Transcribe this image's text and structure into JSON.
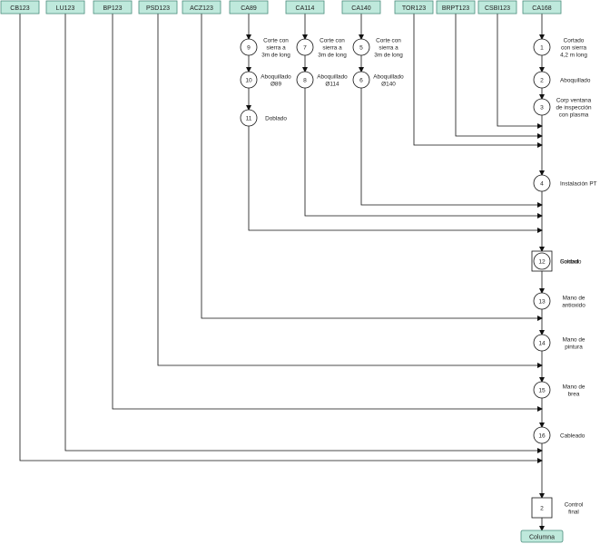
{
  "colors": {
    "box_fill": "#bfe9dc",
    "box_stroke": "#4a8c7c",
    "line": "#111111"
  },
  "materials": [
    {
      "id": "CB123",
      "label": "CB123"
    },
    {
      "id": "LU123",
      "label": "LU123"
    },
    {
      "id": "BP123",
      "label": "BP123"
    },
    {
      "id": "PSD123",
      "label": "PSD123"
    },
    {
      "id": "ACZ123",
      "label": "ACZ123"
    },
    {
      "id": "CA89",
      "label": "CA89"
    },
    {
      "id": "CA114",
      "label": "CA114"
    },
    {
      "id": "CA140",
      "label": "CA140"
    },
    {
      "id": "TOR123",
      "label": "TOR123"
    },
    {
      "id": "BRPT123",
      "label": "BRPT123"
    },
    {
      "id": "CSBI123",
      "label": "CSBI123"
    },
    {
      "id": "CA168",
      "label": "CA168"
    }
  ],
  "branch_operations": {
    "CA89": [
      {
        "num": "9",
        "desc": [
          "Corte con",
          "sierra  a",
          "3m de long"
        ]
      },
      {
        "num": "10",
        "desc": [
          "Aboquillado",
          "Ø89"
        ]
      },
      {
        "num": "11",
        "desc": [
          "Doblado"
        ]
      }
    ],
    "CA114": [
      {
        "num": "7",
        "desc": [
          "Corte con",
          "sierra  a",
          "3m de long"
        ]
      },
      {
        "num": "8",
        "desc": [
          "Aboquillado",
          "Ø114"
        ]
      }
    ],
    "CA140": [
      {
        "num": "5",
        "desc": [
          "Corte con",
          "sierra  a",
          "3m de long"
        ]
      },
      {
        "num": "6",
        "desc": [
          "Aboquillado",
          "Ø140"
        ]
      }
    ]
  },
  "main_steps": [
    {
      "shape": "circle",
      "num": "1",
      "desc": [
        "Cortado",
        "con sierra",
        "4,2 m long"
      ]
    },
    {
      "shape": "circle",
      "num": "2",
      "desc": [
        "Aboquillado"
      ]
    },
    {
      "shape": "circle",
      "num": "3",
      "desc": [
        "Corp ventana",
        "de inspección",
        "con plasma"
      ]
    },
    {
      "shape": "circle",
      "num": "4",
      "desc": [
        "Instalación PT"
      ]
    },
    {
      "shape": "square",
      "num": "1",
      "desc": [
        "Control"
      ]
    },
    {
      "shape": "circle",
      "num": "12",
      "desc": [
        "Soldado"
      ]
    },
    {
      "shape": "circle",
      "num": "13",
      "desc": [
        "Mano de",
        "antioxido"
      ]
    },
    {
      "shape": "circle",
      "num": "14",
      "desc": [
        "Mano de",
        "pintura"
      ]
    },
    {
      "shape": "circle",
      "num": "15",
      "desc": [
        "Mano de",
        "brea"
      ]
    },
    {
      "shape": "circle",
      "num": "16",
      "desc": [
        "Cableado"
      ]
    },
    {
      "shape": "square",
      "num": "2",
      "desc": [
        "Control",
        "final"
      ]
    }
  ],
  "output": {
    "label": "Columna"
  }
}
